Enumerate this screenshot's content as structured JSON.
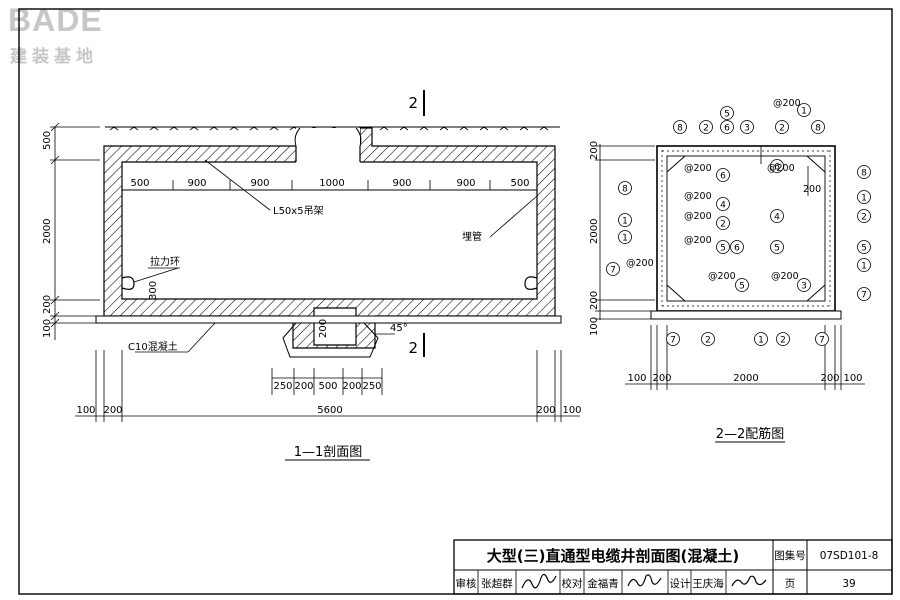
{
  "logo": {
    "brand": "BADE",
    "subtitle": "建装基地"
  },
  "section_1_1": {
    "caption": "1—1剖面图",
    "section_mark": "2",
    "top_spacings": [
      "500",
      "900",
      "900",
      "1000",
      "900",
      "900",
      "500"
    ],
    "left_dims": [
      "500",
      "2000",
      "200",
      "100"
    ],
    "bottom_dims": [
      "250",
      "200",
      "500",
      "200",
      "250"
    ],
    "overall_left": [
      "100",
      "200"
    ],
    "overall_width": "5600",
    "overall_right": [
      "200",
      "100"
    ],
    "labels": {
      "hanger": "L50x5吊架",
      "pipe": "埋管",
      "pull_ring": "拉力环",
      "concrete": "C10混凝土",
      "angle": "45°",
      "ring_dim": "300",
      "sump_dim": "200"
    }
  },
  "section_2_2": {
    "caption": "2—2配筋图",
    "left_dims": [
      "200",
      "2000",
      "200",
      "100"
    ],
    "bottom_dims": [
      "100",
      "200",
      "2000",
      "200",
      "100"
    ],
    "inner_dim": "200",
    "spacing_labels": [
      "@200",
      "@200",
      "@200",
      "@200",
      "@200",
      "@200",
      "@200",
      "@200",
      "@200"
    ],
    "bubble_numbers": [
      "8",
      "2",
      "5",
      "6",
      "3",
      "1",
      "2",
      "8",
      "8",
      "1",
      "1",
      "7",
      "8",
      "1",
      "2",
      "5",
      "1",
      "7",
      "7",
      "2",
      "1",
      "2",
      "7",
      "6",
      "4",
      "6",
      "5",
      "2",
      "4",
      "5",
      "6",
      "5",
      "3"
    ]
  },
  "title_block": {
    "title": "大型(三)直通型电缆井剖面图(混凝土)",
    "atlas_label": "图集号",
    "atlas_no": "07SD101-8",
    "review_label": "审核",
    "reviewer": "张超群",
    "check_label": "校对",
    "checker": "金福青",
    "design_label": "设计",
    "designer": "王庆海",
    "page_label": "页",
    "page_no": "39"
  }
}
